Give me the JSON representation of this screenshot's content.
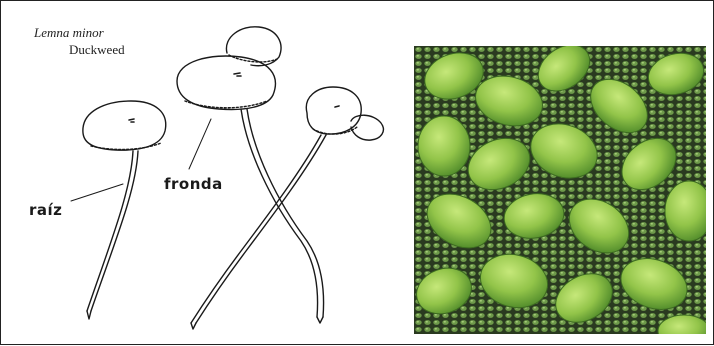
{
  "species_name": "Lemna minor",
  "common_name": "Duckweed",
  "labels": {
    "root": "raíz",
    "frond": "fronda"
  },
  "icons": {
    "illustration": "duckweed-line-drawing",
    "photograph": "duckweed-photo"
  },
  "colors": {
    "ink": "#1a1a1a",
    "leaf_light": "#9ccc4e",
    "leaf_dark": "#4f8a2a",
    "water": "#24321c"
  }
}
